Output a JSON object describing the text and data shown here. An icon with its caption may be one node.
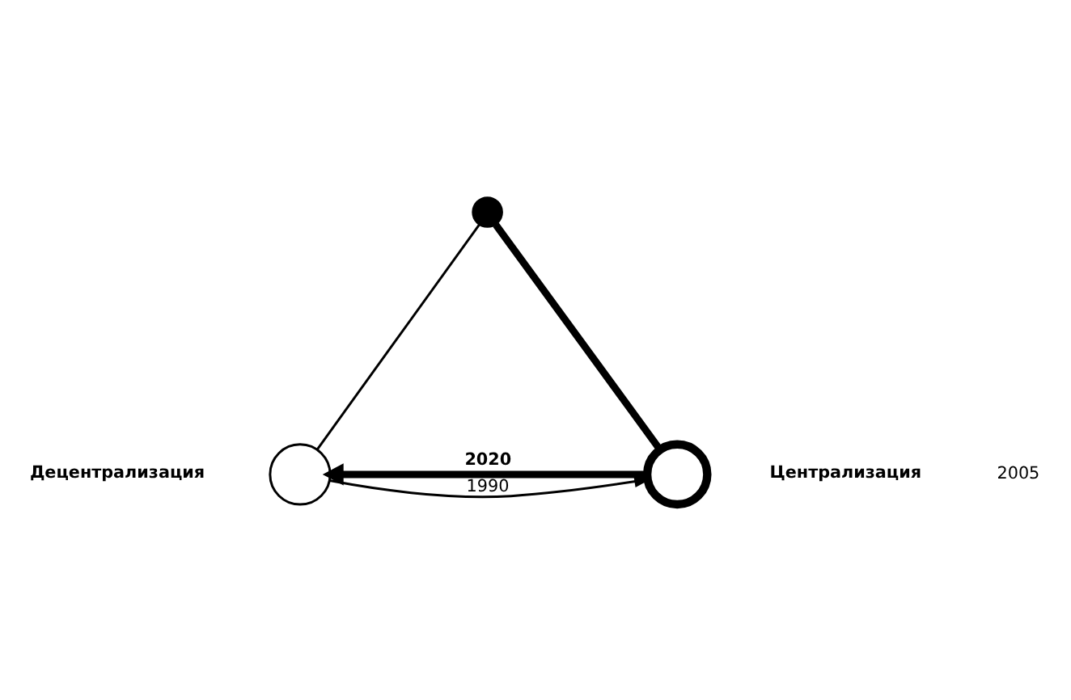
{
  "diagram": {
    "nodes": [
      {
        "text": [],
        "shape": "circle"
      },
      {
        "text": [],
        "shape": "circle",
        "beside": [
          "Децентрализация"
        ]
      },
      {
        "text": [],
        "shape": "circle",
        "beside": [
          "Централизация"
        ]
      }
    ],
    "edges": [
      {
        "from": 0,
        "to": 1,
        "arrow": "none"
      },
      {
        "from": 0,
        "to": 2,
        "arrow": "none",
        "style": "thick"
      },
      {
        "from": 1,
        "to": 2,
        "arrow": "to",
        "label": "1990"
      },
      {
        "from": 2,
        "to": 1,
        "arrow": "to",
        "label": "2020",
        "style": "thick"
      }
    ],
    "labels": [
      "2005"
    ]
  }
}
